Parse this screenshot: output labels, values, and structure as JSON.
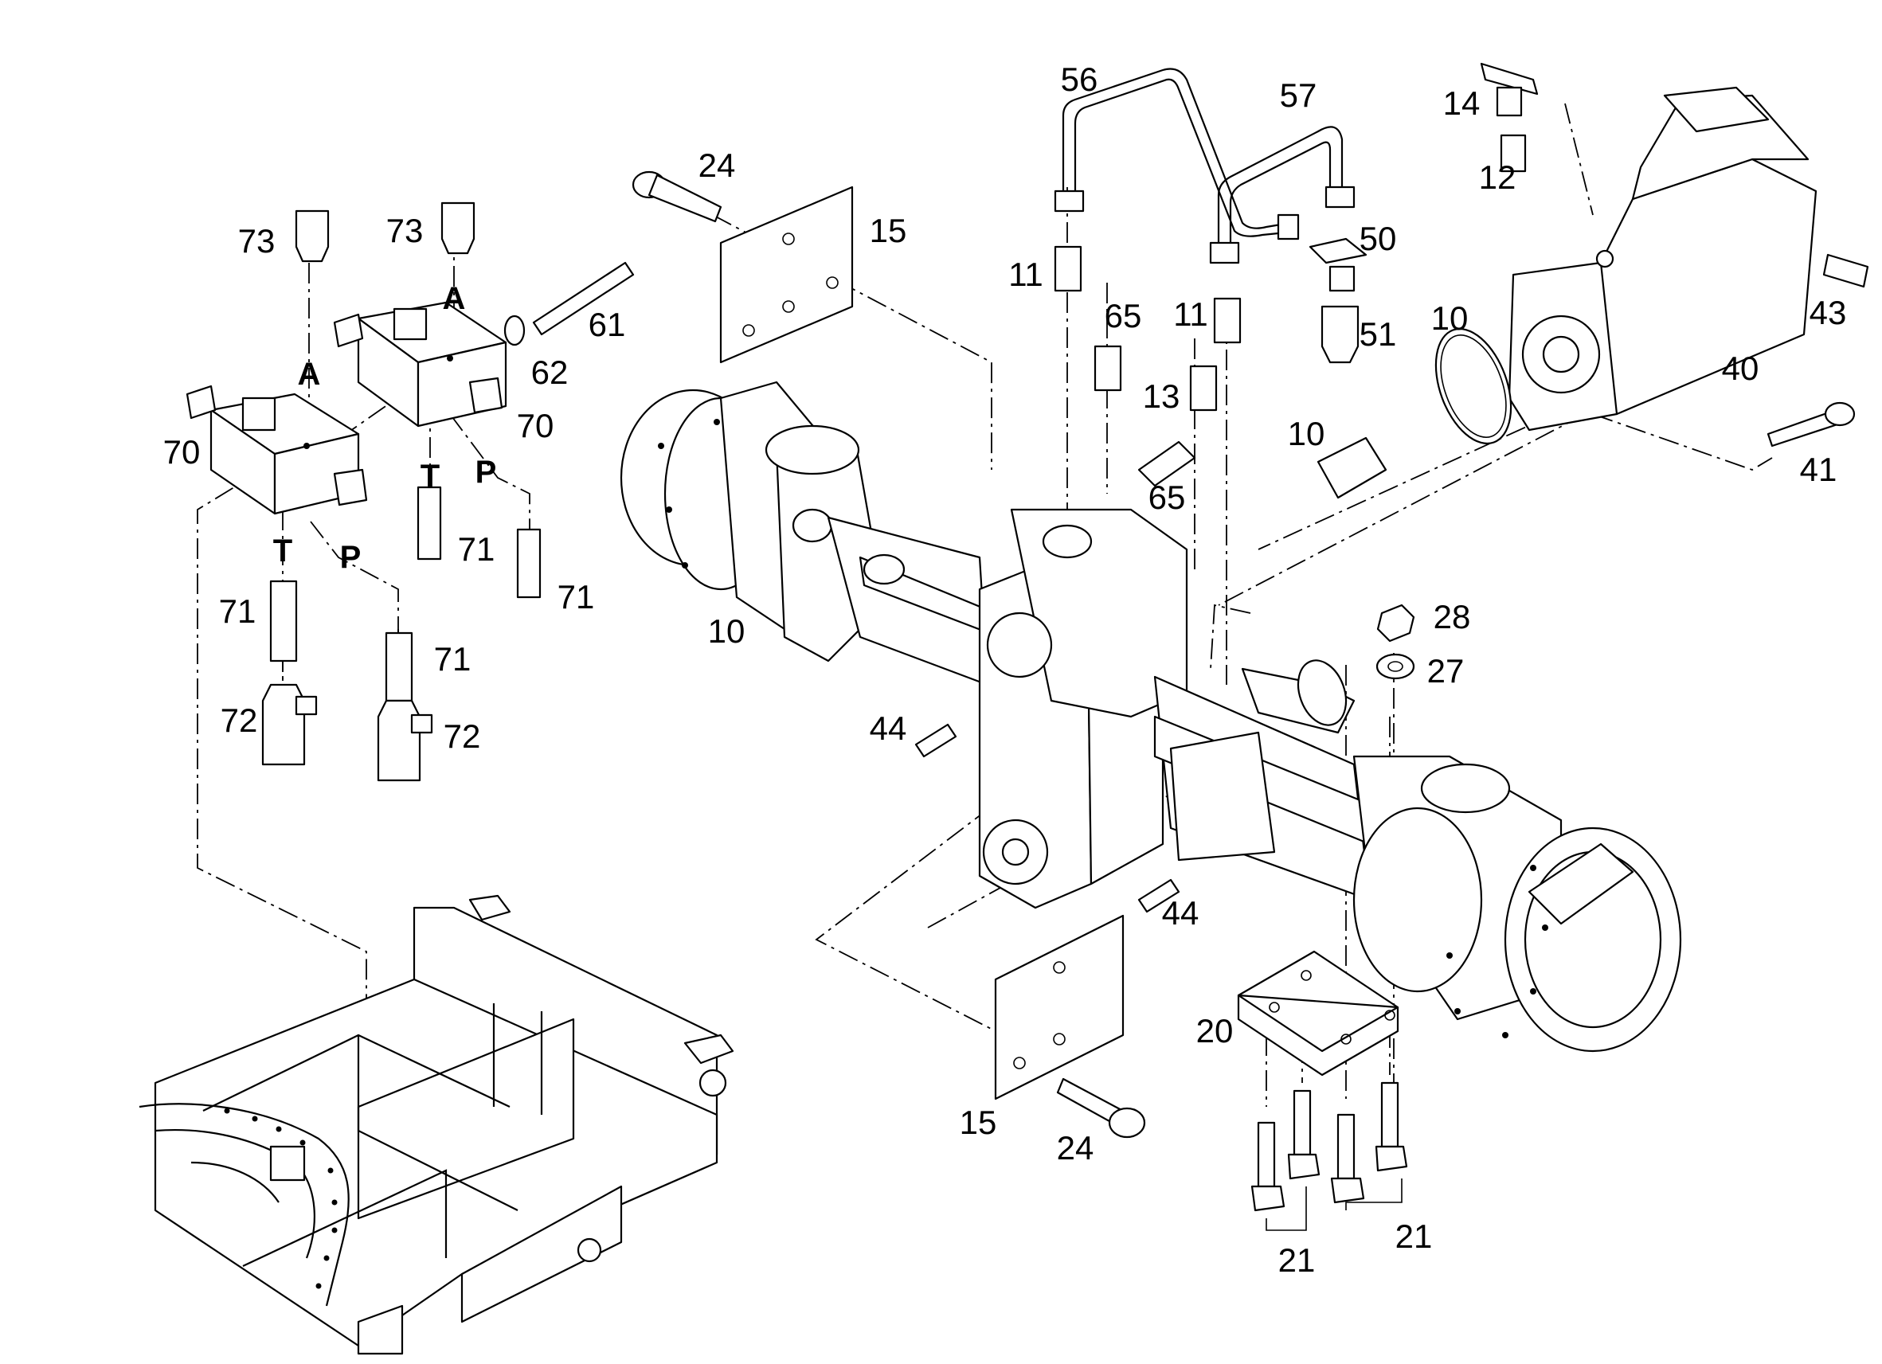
{
  "diagram": {
    "labels": [
      {
        "id": "lbl-24-a",
        "text": "24"
      },
      {
        "id": "lbl-15-a",
        "text": "15"
      },
      {
        "id": "lbl-56",
        "text": "56"
      },
      {
        "id": "lbl-57",
        "text": "57"
      },
      {
        "id": "lbl-14",
        "text": "14"
      },
      {
        "id": "lbl-12",
        "text": "12"
      },
      {
        "id": "lbl-11-a",
        "text": "11"
      },
      {
        "id": "lbl-11-b",
        "text": "11"
      },
      {
        "id": "lbl-50",
        "text": "50"
      },
      {
        "id": "lbl-51",
        "text": "51"
      },
      {
        "id": "lbl-10-a",
        "text": "10"
      },
      {
        "id": "lbl-43",
        "text": "43"
      },
      {
        "id": "lbl-40",
        "text": "40"
      },
      {
        "id": "lbl-65-a",
        "text": "65"
      },
      {
        "id": "lbl-13",
        "text": "13"
      },
      {
        "id": "lbl-10-b",
        "text": "10"
      },
      {
        "id": "lbl-65-b",
        "text": "65"
      },
      {
        "id": "lbl-41",
        "text": "41"
      },
      {
        "id": "lbl-73-a",
        "text": "73"
      },
      {
        "id": "lbl-73-b",
        "text": "73"
      },
      {
        "id": "lbl-61",
        "text": "61"
      },
      {
        "id": "lbl-62",
        "text": "62"
      },
      {
        "id": "lbl-70-a",
        "text": "70"
      },
      {
        "id": "lbl-70-b",
        "text": "70"
      },
      {
        "id": "lbl-71-a",
        "text": "71"
      },
      {
        "id": "lbl-71-b",
        "text": "71"
      },
      {
        "id": "lbl-71-c",
        "text": "71"
      },
      {
        "id": "lbl-71-d",
        "text": "71"
      },
      {
        "id": "lbl-72-a",
        "text": "72"
      },
      {
        "id": "lbl-72-b",
        "text": "72"
      },
      {
        "id": "lbl-10-c",
        "text": "10"
      },
      {
        "id": "lbl-44-a",
        "text": "44"
      },
      {
        "id": "lbl-44-b",
        "text": "44"
      },
      {
        "id": "lbl-28",
        "text": "28"
      },
      {
        "id": "lbl-27",
        "text": "27"
      },
      {
        "id": "lbl-20",
        "text": "20"
      },
      {
        "id": "lbl-21-a",
        "text": "21"
      },
      {
        "id": "lbl-21-b",
        "text": "21"
      },
      {
        "id": "lbl-15-b",
        "text": "15"
      },
      {
        "id": "lbl-24-b",
        "text": "24"
      }
    ],
    "port_labels": [
      {
        "id": "port-a-1",
        "text": "A"
      },
      {
        "id": "port-a-2",
        "text": "A"
      },
      {
        "id": "port-t-1",
        "text": "T"
      },
      {
        "id": "port-t-2",
        "text": "T"
      },
      {
        "id": "port-p-1",
        "text": "P"
      },
      {
        "id": "port-p-2",
        "text": "P"
      }
    ]
  }
}
